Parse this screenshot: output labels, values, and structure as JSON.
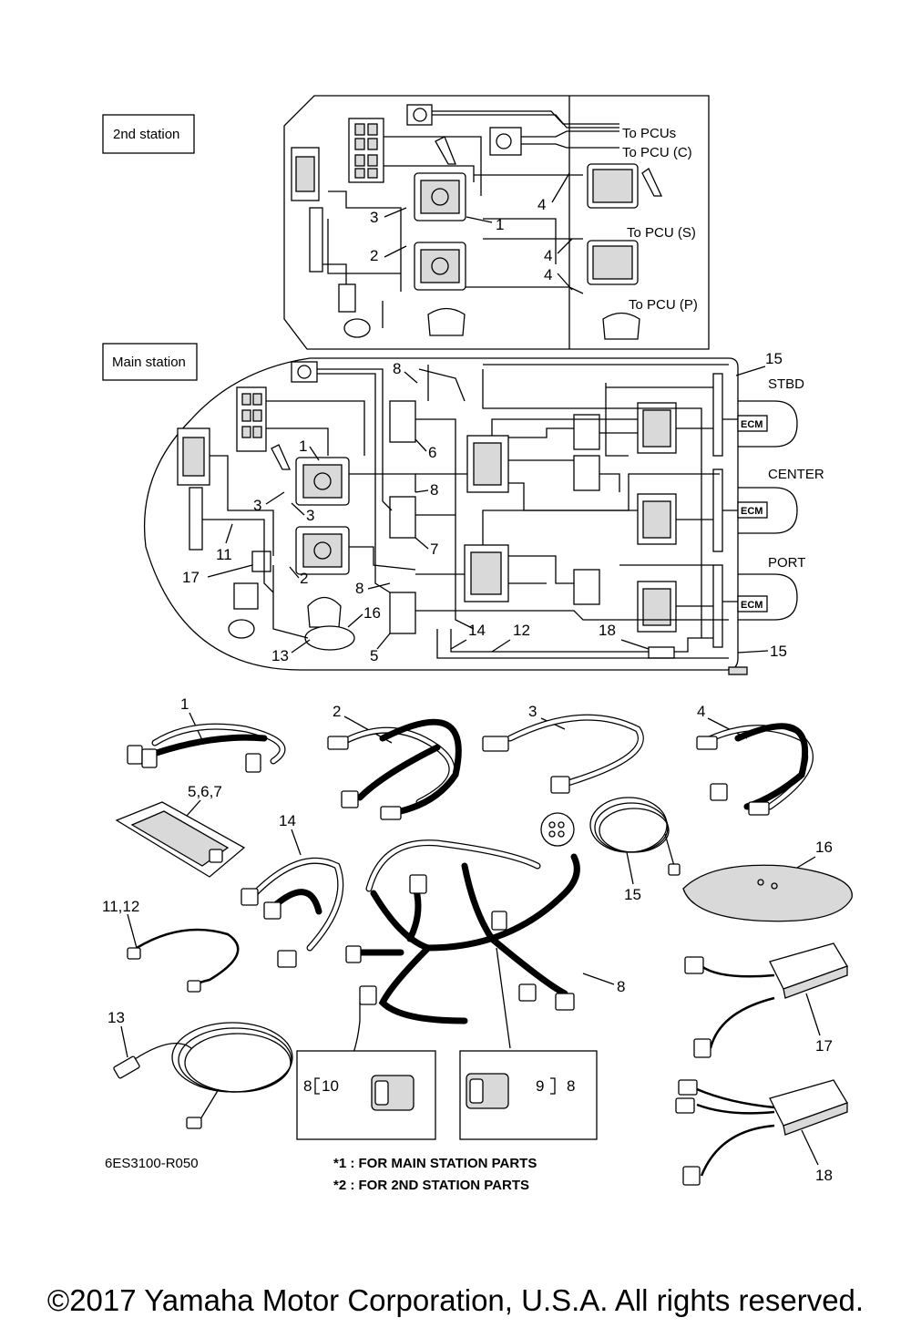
{
  "labels": {
    "second_station": "2nd station",
    "main_station": "Main station",
    "to_pcus": "To PCUs",
    "to_pcu_c": "To PCU (C)",
    "to_pcu_s": "To PCU (S)",
    "to_pcu_p": "To PCU (P)",
    "stbd": "STBD",
    "center": "CENTER",
    "port": "PORT",
    "ecm": "ECM",
    "diagram_code": "6ES3100-R050",
    "note1": "*1 : FOR MAIN STATION PARTS",
    "note2": "*2 : FOR 2ND STATION PARTS"
  },
  "callouts": {
    "n1": "1",
    "n2": "2",
    "n3": "3",
    "n4": "4",
    "n5": "5",
    "n6": "6",
    "n7": "7",
    "n8": "8",
    "n9": "9",
    "n10": "10",
    "n11": "11",
    "n12": "12",
    "n13": "13",
    "n14": "14",
    "n15": "15",
    "n16": "16",
    "n17": "17",
    "n18": "18",
    "n567": "5,6,7",
    "n1112": "11,12"
  },
  "copyright": "©2017 Yamaha Motor Corporation, U.S.A. All rights reserved."
}
